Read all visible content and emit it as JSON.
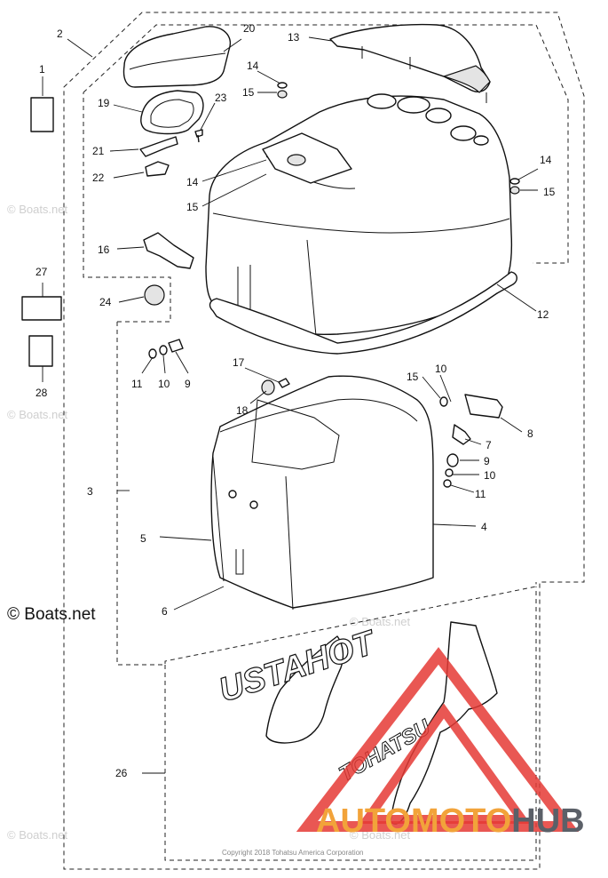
{
  "callouts": [
    "1",
    "2",
    "3",
    "4",
    "5",
    "6",
    "7",
    "8",
    "9",
    "9",
    "10",
    "10",
    "10",
    "11",
    "11",
    "12",
    "13",
    "14",
    "14",
    "14",
    "15",
    "15",
    "15",
    "15",
    "16",
    "17",
    "18",
    "19",
    "20",
    "21",
    "22",
    "23",
    "24",
    "26",
    "27",
    "28"
  ],
  "watermarks": {
    "boats_small": "© Boats.net",
    "boats_large": "© Boats.net",
    "copyright": "Copyright 2018 Tohatsu America Corporation"
  },
  "decals": {
    "tohatsu_mirrored": "USTAHOT",
    "tohatsu": "TOHATSU"
  },
  "logo": {
    "part1": "AUTO",
    "part2": "MOTO",
    "part3": "HUB",
    "color_orange": "#f2a33a",
    "color_gray": "#5b6068",
    "color_red": "#e53935"
  }
}
